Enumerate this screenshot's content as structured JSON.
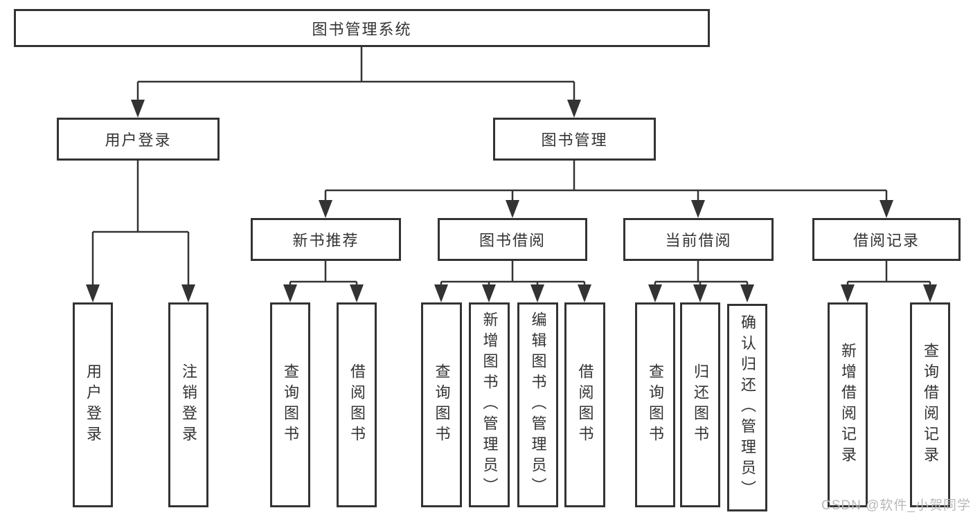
{
  "diagram": {
    "tree": {
      "label": "图书管理系统",
      "children": [
        {
          "label": "用户登录",
          "children": [
            {
              "label": "用户登录"
            },
            {
              "label": "注销登录"
            }
          ]
        },
        {
          "label": "图书管理",
          "children": [
            {
              "label": "新书推荐",
              "children": [
                {
                  "label": "查询图书"
                },
                {
                  "label": "借阅图书"
                }
              ]
            },
            {
              "label": "图书借阅",
              "children": [
                {
                  "label": "查询图书"
                },
                {
                  "label": "新增图书（管理员）"
                },
                {
                  "label": "编辑图书（管理员）"
                },
                {
                  "label": "借阅图书"
                }
              ]
            },
            {
              "label": "当前借阅",
              "children": [
                {
                  "label": "查询图书"
                },
                {
                  "label": "归还图书"
                },
                {
                  "label": "确认归还（管理员）"
                }
              ]
            },
            {
              "label": "借阅记录",
              "children": [
                {
                  "label": "新增借阅记录"
                },
                {
                  "label": "查询借阅记录"
                }
              ]
            }
          ]
        }
      ]
    },
    "watermark": {
      "text": "CSDN @软件_小贺同学"
    },
    "colors": {
      "line": "#333333",
      "box_border": "#333333",
      "text": "#333333",
      "background": "#ffffff",
      "watermark": "#b9b9b9"
    }
  }
}
